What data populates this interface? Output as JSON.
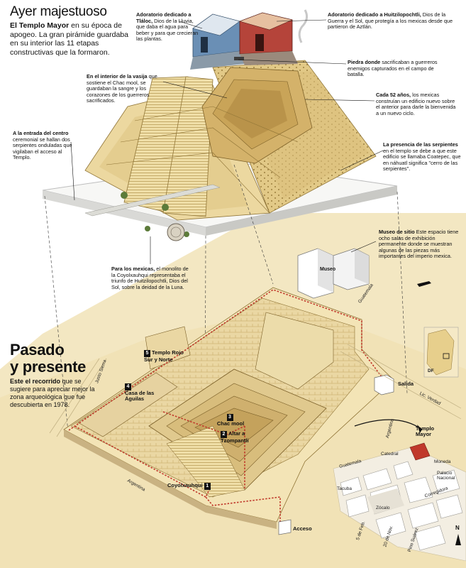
{
  "top": {
    "title": "Ayer majestuoso",
    "lead_bold": "El Templo Mayor",
    "lead_rest": " en su época de apogeo. La gran pirámide guardaba en su interior las 11 etapas constructivas que la formaron."
  },
  "notes": {
    "tlaloc_bold": "Adoratorio dedicado a Tláloc,",
    "tlaloc_rest": " Dios de la Lluvia, que daba el agua para beber y para que crecieran las plantas.",
    "huitzi_bold": "Adoratorio dedicado a Huitzilopochtli,",
    "huitzi_rest": " Dios de la Guerra y el Sol, que protegía a los mexicas desde que partieron de Aztlán.",
    "vasija_bold": "En el interior de la vasija",
    "vasija_rest": " que sostiene el Chac mool, se guardaban la sangre y los corazones de los guerreros sacrificados.",
    "piedra_bold": "Piedra donde",
    "piedra_rest": " sacrificaban a guerreros enemigos capturados en el campo de batalla.",
    "cada52_bold": "Cada 52 años,",
    "cada52_rest": " los mexicas construían un edificio nuevo sobre el anterior para darle la bienvenida a un nuevo ciclo.",
    "entrada_bold": "A la entrada del centro",
    "entrada_rest": " ceremonial se hallan dos serpientes onduladas que vigilaban el acceso al Templo.",
    "serpientes_bold": "La presencia de las serpientes",
    "serpientes_rest": " en el templo se debe a que este edificio se llamaba Coatepec, que en náhuatl significa \"cerro de las serpientes\".",
    "museo_bold": "Museo de sitio",
    "museo_rest": " Este espacio tiene ocho salas de exhibición permanente donde se muestran algunas de las piezas más importantes del imperio mexica.",
    "mexicas_bold": "Para los mexicas,",
    "mexicas_rest": " el monolito de la Coyolxauhqui representaba el triunfo de Huitzilopochtli, Dios del Sol, sobre la deidad de la Luna."
  },
  "bottom": {
    "title_line1": "Pasado",
    "title_line2": "y presente",
    "lead_bold": "Este el recorrido",
    "lead_rest": " que se sugiere para apreciar mejor la zona arqueológica que fue descubierta en 1978."
  },
  "stops": [
    {
      "num": "1",
      "label": "Coyolxauhqui"
    },
    {
      "num": "2",
      "label": "Altar a Tzompantli"
    },
    {
      "num": "3",
      "label": "Chac mool"
    },
    {
      "num": "4",
      "label": "Casa de las Águilas"
    },
    {
      "num": "5",
      "label": "Templo Rojo Sur y Norte"
    }
  ],
  "places": {
    "museo": "Museo",
    "salida": "Salida",
    "acceso": "Acceso",
    "guatemala": "Guatemala",
    "justo_sierra": "Justo Sierra",
    "argentina": "Argentina",
    "lic_verdad": "Lic. Verdad",
    "df": "DF"
  },
  "map": {
    "templo_mayor": "Templo Mayor",
    "catedral": "Catedral",
    "zocalo": "Zócalo",
    "moneda": "Moneda",
    "palacio": "Palacio Nacional",
    "corregidora": "Corregidora",
    "tacuba": "Tacuba",
    "guatemala": "Guatemala",
    "argentina": "Argentina",
    "cinco_mayo": "5 de Feb.",
    "veinte_nov": "20 de Nov.",
    "pino_suarez": "Pino Suárez",
    "north": "N"
  },
  "colors": {
    "stone": "#e8d49a",
    "stone_dark": "#b89b55",
    "stone_light": "#f3e6bd",
    "ground": "#f1e3b8",
    "route": "#c0392b",
    "tlaloc_blue": "#6a8fb5",
    "huitzi_red": "#b5443a"
  }
}
